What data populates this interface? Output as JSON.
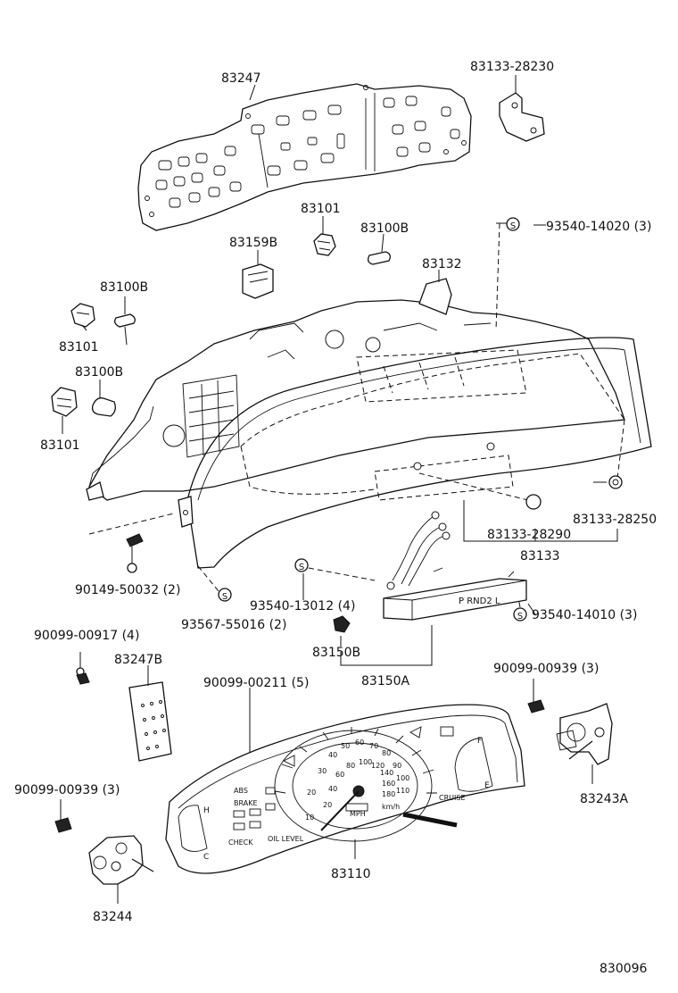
{
  "diagram_id": "830096",
  "labels": {
    "l_83247": "83247",
    "l_83133_28230": "83133-28230",
    "l_93540_14020": "93540-14020 (3)",
    "l_83101_top": "83101",
    "l_83100b_top": "83100B",
    "l_83159b": "83159B",
    "l_83132": "83132",
    "l_83100b_left": "83100B",
    "l_83101_left1": "83101",
    "l_83100b_left2": "83100B",
    "l_83101_left2": "83101",
    "l_83133_28250": "83133-28250",
    "l_83133_28290": "83133-28290",
    "l_83133": "83133",
    "l_90149_50032": "90149-50032 (2)",
    "l_93540_13012": "93540-13012 (4)",
    "l_93567_55016": "93567-55016 (2)",
    "l_93540_14010": "93540-14010 (3)",
    "l_90099_00917": "90099-00917 (4)",
    "l_83247b": "83247B",
    "l_83150b": "83150B",
    "l_83150a": "83150A",
    "l_90099_00211": "90099-00211 (5)",
    "l_90099_00939_right": "90099-00939 (3)",
    "l_83243a": "83243A",
    "l_90099_00939_left": "90099-00939 (3)",
    "l_83110": "83110",
    "l_83244": "83244"
  },
  "symbols": {
    "screw_mark": "S"
  },
  "cluster_markings": {
    "gear_indicator": "P RND2 L",
    "mph": "MPH",
    "kmh": "km/h",
    "cruise": "CRUISE",
    "abs": "ABS",
    "brake": "BRAKE",
    "check": "CHECK",
    "oil_level": "OIL LEVEL",
    "temp_h": "H",
    "temp_c": "C",
    "fuel_f": "F",
    "fuel_e": "E",
    "mph_scale": [
      "10",
      "20",
      "30",
      "40",
      "50",
      "60",
      "70",
      "80",
      "90",
      "100",
      "110"
    ],
    "kmh_scale": [
      "20",
      "40",
      "60",
      "80",
      "100",
      "120",
      "140",
      "160",
      "180"
    ]
  }
}
